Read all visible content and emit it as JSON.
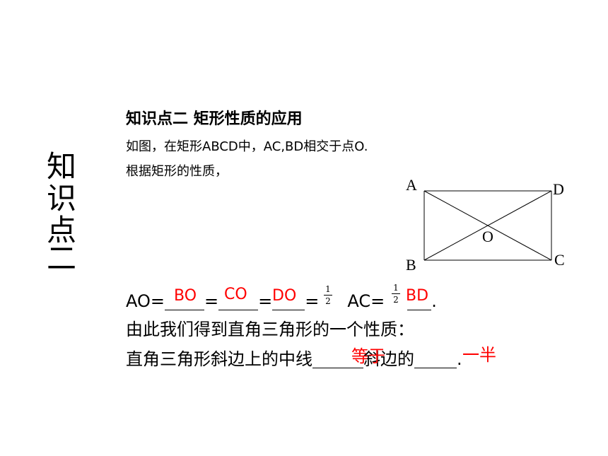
{
  "side_title": {
    "chars": [
      "知",
      "识",
      "点",
      "二"
    ]
  },
  "heading": "知识点二 矩形性质的应用",
  "line1": "如图，在矩形ABCD中，AC,BD相交于点O.",
  "line2": "根据矩形的性质，",
  "figure": {
    "labels": {
      "A": "A",
      "B": "B",
      "C": "C",
      "D": "D",
      "O": "O"
    }
  },
  "equation": {
    "prefix": "AO=",
    "eq1": "=",
    "eq2": "=",
    "eq3": "=",
    "ac": "AC=",
    "end": ".",
    "frac_num": "1",
    "frac_den": "2",
    "answers": [
      "BO",
      "CO",
      "DO",
      "BD"
    ]
  },
  "line_property": "由此我们得到直角三角形的一个性质：",
  "line_statement": {
    "part1": "直角三角形斜边上的中线",
    "part2": "斜边的",
    "end": ".",
    "answers": [
      "等于",
      "一半"
    ]
  },
  "colors": {
    "answer": "#ff0000",
    "text": "#000000"
  }
}
